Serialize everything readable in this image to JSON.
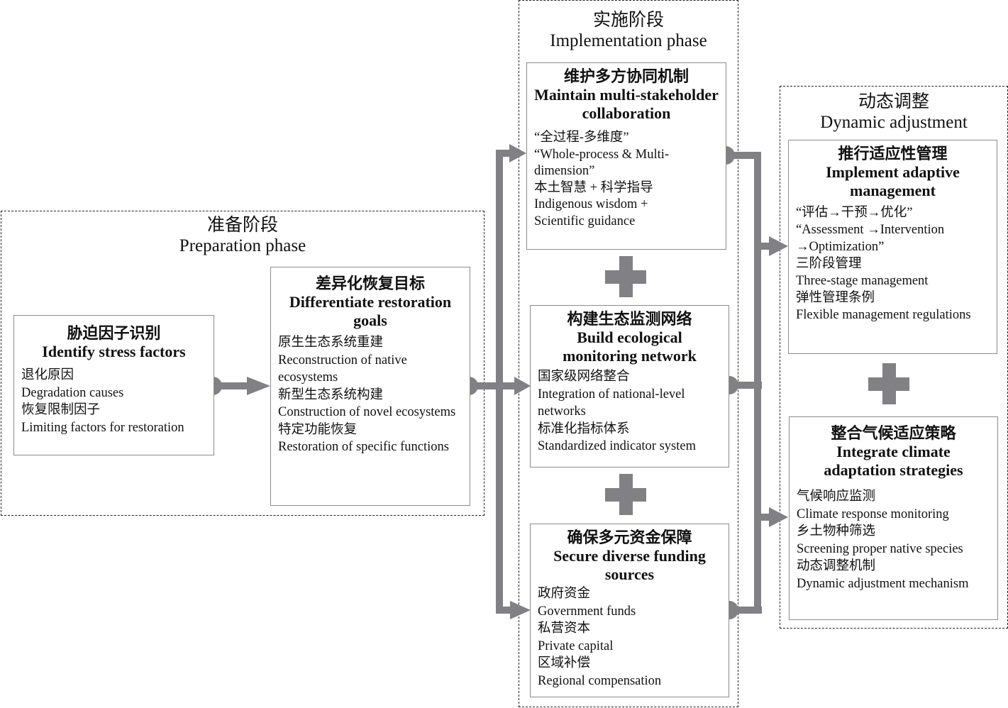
{
  "colors": {
    "connector": "#808085",
    "box_border": "#8c8c8c",
    "phase_border": "#222222"
  },
  "phases": {
    "preparation": {
      "title_cn": "准备阶段",
      "title_en": "Preparation phase"
    },
    "implementation": {
      "title_cn": "实施阶段",
      "title_en": "Implementation phase"
    },
    "dynamic": {
      "title_cn": "动态调整",
      "title_en": "Dynamic adjustment"
    }
  },
  "boxes": {
    "stress": {
      "title_cn": "胁迫因子识别",
      "title_en": "Identify stress factors",
      "items": [
        "退化原因",
        "Degradation causes",
        "恢复限制因子",
        "Limiting factors for restoration"
      ]
    },
    "goals": {
      "title_cn": "差异化恢复目标",
      "title_en": "Differentiate restoration goals",
      "items": [
        "原生生态系统重建",
        "Reconstruction of native ecosystems",
        "新型生态系统构建",
        "Construction of novel ecosystems",
        "特定功能恢复",
        "Restoration of specific functions"
      ]
    },
    "collab": {
      "title_cn": "维护多方协同机制",
      "title_en": "Maintain multi-stakeholder collaboration",
      "items": [
        "“全过程-多维度”",
        "“Whole-process & Multi-dimension”",
        "本土智慧 + 科学指导",
        "Indigenous wisdom + Scientific guidance"
      ]
    },
    "monitoring": {
      "title_cn": "构建生态监测网络",
      "title_en": "Build ecological monitoring network",
      "items": [
        "国家级网络整合",
        "Integration of national-level networks",
        "标准化指标体系",
        "Standardized indicator system"
      ]
    },
    "funding": {
      "title_cn": "确保多元资金保障",
      "title_en": "Secure diverse funding sources",
      "items": [
        "政府资金",
        "Government funds",
        "私营资本",
        "Private capital",
        "区域补偿",
        "Regional compensation"
      ]
    },
    "adaptive": {
      "title_cn": "推行适应性管理",
      "title_en": "Implement adaptive management",
      "items": [
        "“评估→干预→优化”",
        "“Assessment →Intervention →Optimization”",
        "三阶段管理",
        "Three-stage management",
        "弹性管理条例",
        "Flexible management regulations"
      ]
    },
    "climate": {
      "title_cn": "整合气候适应策略",
      "title_en": "Integrate climate adaptation strategies",
      "items": [
        "气候响应监测",
        "Climate response monitoring",
        "乡土物种筛选",
        "Screening proper native species",
        "动态调整机制",
        "Dynamic adjustment mechanism"
      ]
    }
  }
}
